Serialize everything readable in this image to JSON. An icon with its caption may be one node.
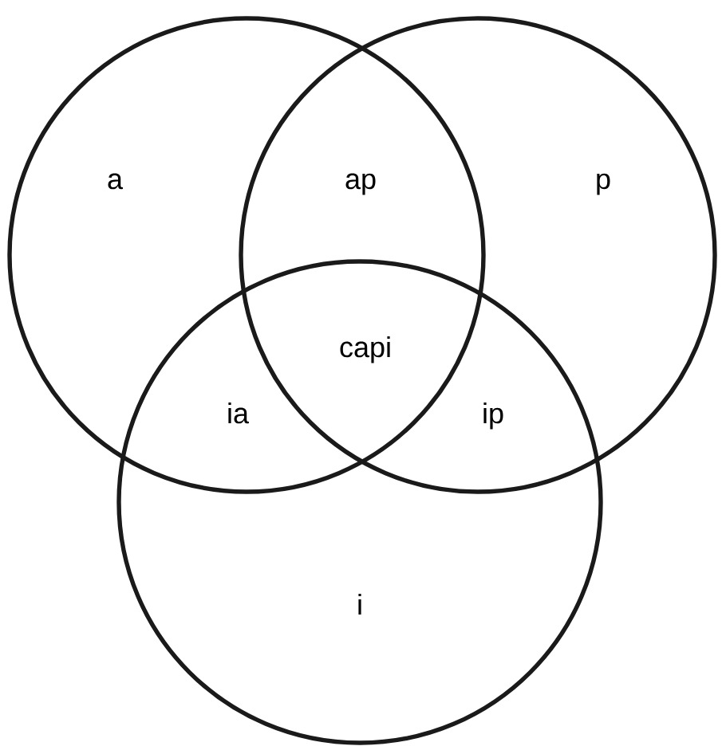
{
  "diagram": {
    "nodes": [
      {
        "text": [
          "a"
        ]
      },
      {
        "text": [
          "p"
        ]
      },
      {
        "text": [
          "i"
        ]
      }
    ],
    "labels": [
      "ap",
      "capi",
      "ia",
      "ip"
    ]
  }
}
